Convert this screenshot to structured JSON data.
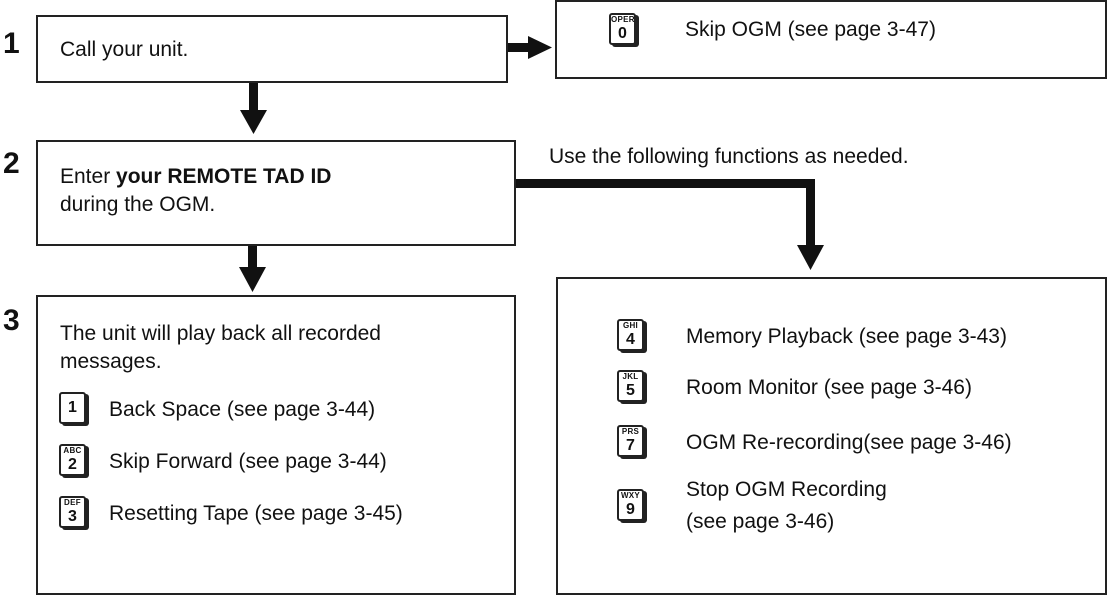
{
  "steps": [
    {
      "num": "1",
      "text": "Call your unit."
    },
    {
      "num": "2",
      "text_pre": "Enter ",
      "text_bold": "your REMOTE TAD ID",
      "text_line2": "during the OGM."
    },
    {
      "num": "3",
      "text_line1": "The unit will play back all recorded",
      "text_line2": "messages."
    }
  ],
  "skip_box": {
    "key_letters": "OPER",
    "key_num": "0",
    "label": "Skip OGM (see page 3-47)"
  },
  "use_functions_note": "Use the following functions as needed.",
  "playback_keys": [
    {
      "key_letters": "",
      "key_num": "1",
      "label": "Back Space  (see page 3-44)"
    },
    {
      "key_letters": "ABC",
      "key_num": "2",
      "label": "Skip Forward  (see page 3-44)"
    },
    {
      "key_letters": "DEF",
      "key_num": "3",
      "label": "Resetting Tape (see page 3-45)"
    }
  ],
  "function_keys": [
    {
      "key_letters": "GHI",
      "key_num": "4",
      "label": "Memory Playback  (see page 3-43)"
    },
    {
      "key_letters": "JKL",
      "key_num": "5",
      "label": "Room Monitor  (see page 3-46)"
    },
    {
      "key_letters": "PRS",
      "key_num": "7",
      "label": "OGM Re-recording(see page 3-46)"
    },
    {
      "key_letters": "WXY",
      "key_num": "9",
      "label_line1": "Stop OGM Recording",
      "label_line2": "(see page 3-46)"
    }
  ]
}
